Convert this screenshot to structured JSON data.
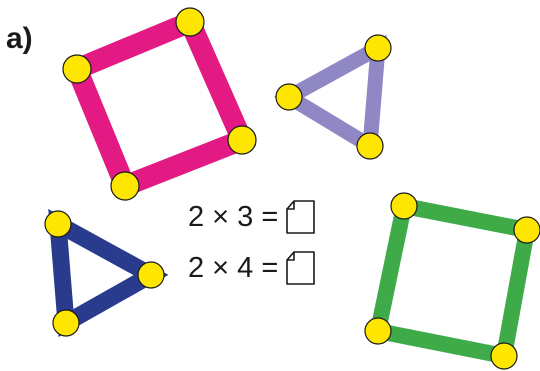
{
  "part_label": "a)",
  "equations": [
    {
      "text": "2 × 3 =",
      "answer_placeholder": "answer-box"
    },
    {
      "text": "2 × 4 =",
      "answer_placeholder": "answer-box"
    }
  ],
  "colors": {
    "pink_stick": "#e41a84",
    "purple_stick": "#8f88c4",
    "navy_stick": "#283b8c",
    "green_stick": "#3fab48",
    "joint_fill": "#ffe600",
    "joint_outline": "#1a1a1a",
    "text": "#1a1a1a"
  },
  "shapes": [
    {
      "name": "pink-square",
      "sides": 4,
      "color_key": "pink_stick"
    },
    {
      "name": "purple-triangle",
      "sides": 3,
      "color_key": "purple_stick"
    },
    {
      "name": "navy-triangle",
      "sides": 3,
      "color_key": "navy_stick"
    },
    {
      "name": "green-square",
      "sides": 4,
      "color_key": "green_stick"
    }
  ]
}
